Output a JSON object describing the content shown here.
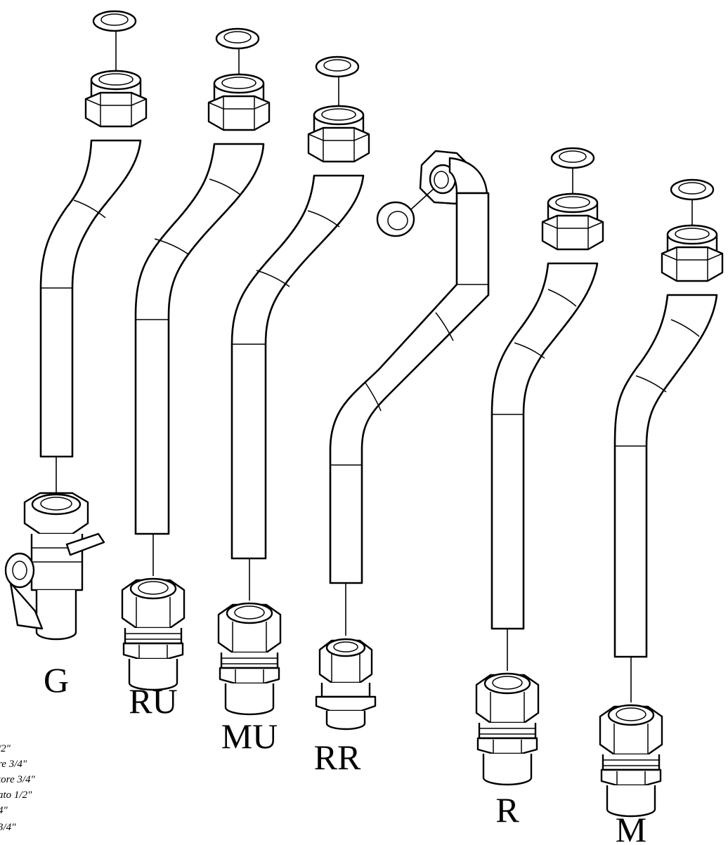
{
  "labels": {
    "g": "G",
    "ru": "RU",
    "mu": "MU",
    "rr": "RR",
    "r": "R",
    "m": "M"
  },
  "legend": [
    "/2\"",
    "re 3/4\"",
    "tore 3/4\"",
    "ato 1/2\"",
    "4\"",
    "3/4\""
  ]
}
